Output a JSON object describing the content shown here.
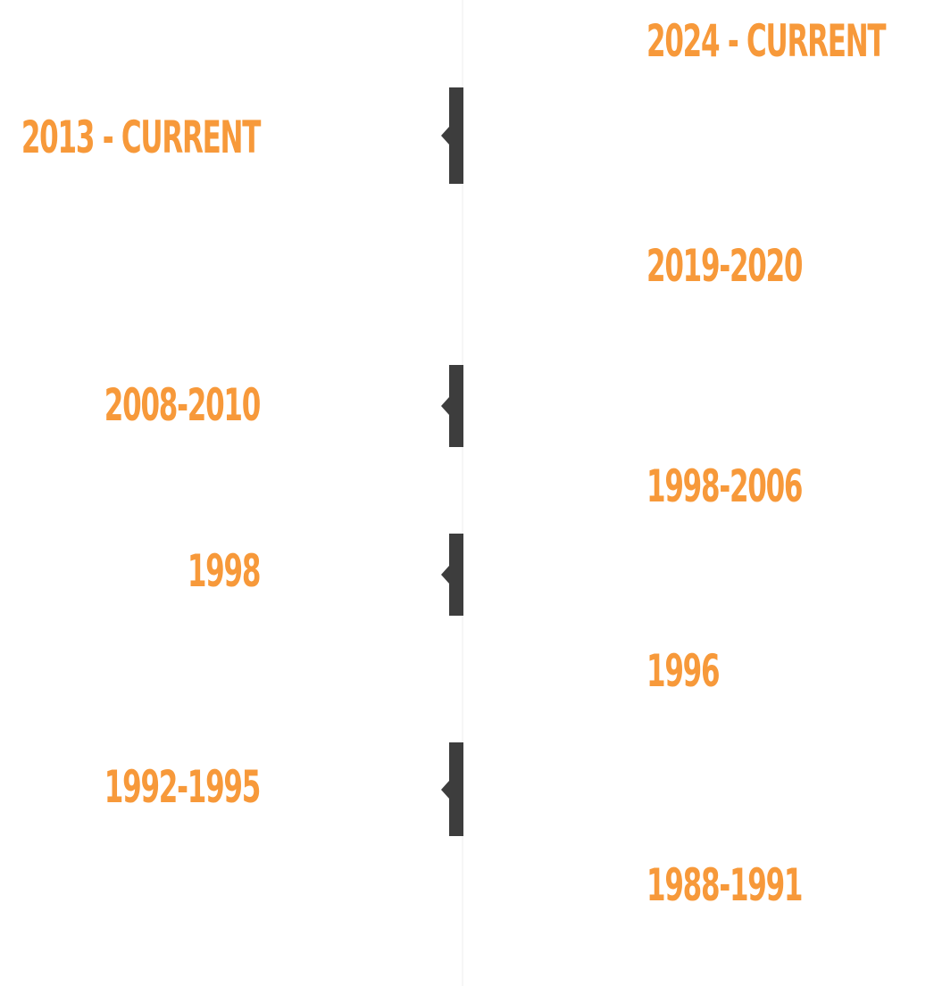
{
  "colors": {
    "accent": "#f7993a",
    "marker": "#3d3d3d",
    "line": "#f6f6f6"
  },
  "timeline": {
    "right": [
      {
        "label": "2024 - CURRENT"
      },
      {
        "label": "2019-2020"
      },
      {
        "label": "1998-2006"
      },
      {
        "label": "1996"
      },
      {
        "label": "1988-1991"
      }
    ],
    "left": [
      {
        "label": "2013 - CURRENT"
      },
      {
        "label": "2008-2010"
      },
      {
        "label": "1998"
      },
      {
        "label": "1992-1995"
      }
    ]
  }
}
